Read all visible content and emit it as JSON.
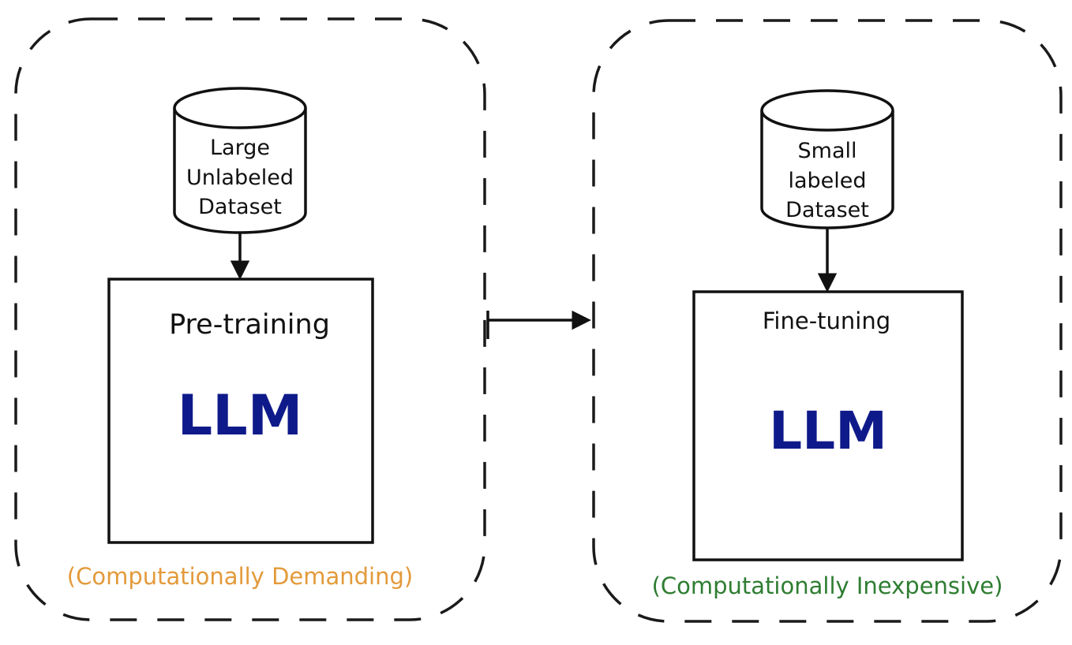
{
  "stages": [
    {
      "dataset_lines": [
        "Large",
        "Unlabeled",
        "Dataset"
      ],
      "stage_title": "Pre-training",
      "model_label": "LLM",
      "cost_note": "(Computationally Demanding)",
      "cost_color": "#e39a3b"
    },
    {
      "dataset_lines": [
        "Small",
        "labeled",
        "Dataset"
      ],
      "stage_title": "Fine-tuning",
      "model_label": "LLM",
      "cost_note": "(Computationally Inexpensive)",
      "cost_color": "#2e7d32"
    }
  ],
  "colors": {
    "model_text": "#0f1a8a",
    "stroke": "#111111"
  }
}
